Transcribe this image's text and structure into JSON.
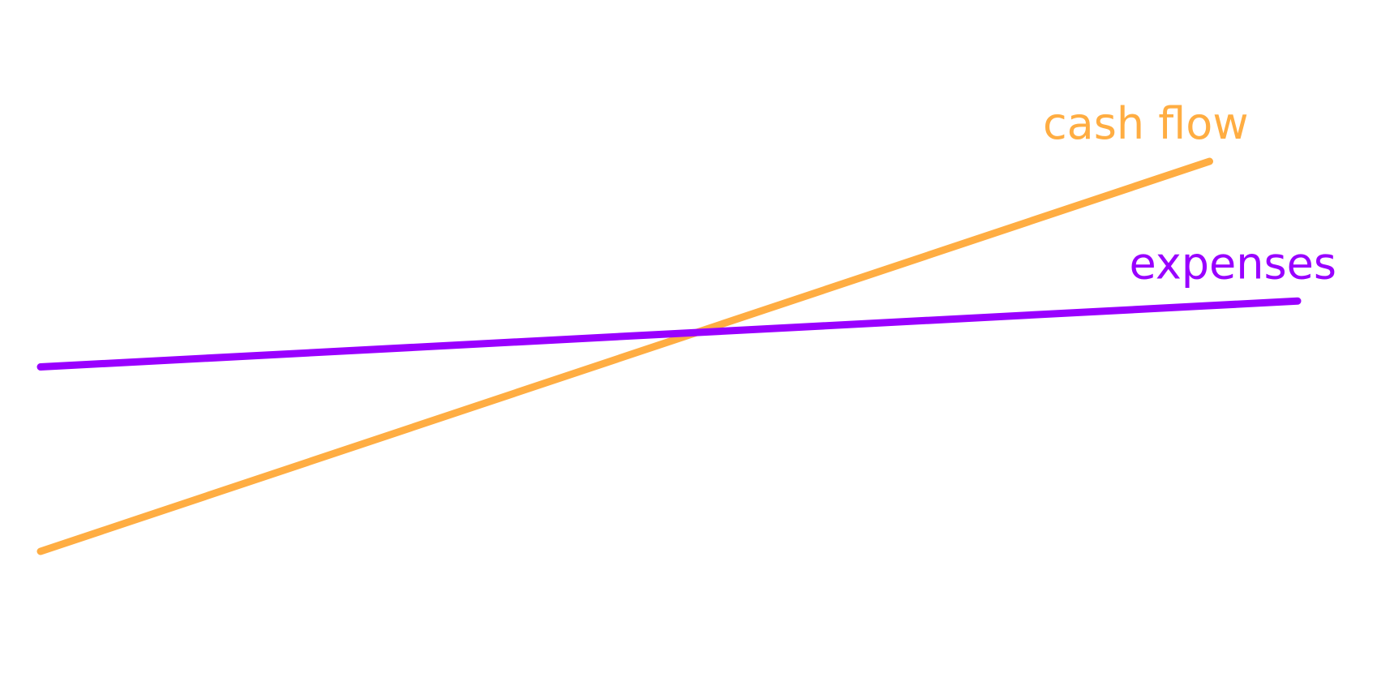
{
  "chart_data": {
    "type": "line",
    "title": "",
    "xlabel": "",
    "ylabel": "",
    "grid": false,
    "x": [
      0,
      1
    ],
    "xlim": [
      0,
      1
    ],
    "ylim": [
      0,
      100
    ],
    "series": [
      {
        "name": "cash flow",
        "color": "#ffad42",
        "points": [
          [
            0,
            10
          ],
          [
            0.93,
            84
          ]
        ],
        "label_anchor": "end"
      },
      {
        "name": "expenses",
        "color": "#9900ff",
        "points": [
          [
            0,
            45
          ],
          [
            1,
            57.5
          ]
        ],
        "label_anchor": "end"
      }
    ]
  }
}
